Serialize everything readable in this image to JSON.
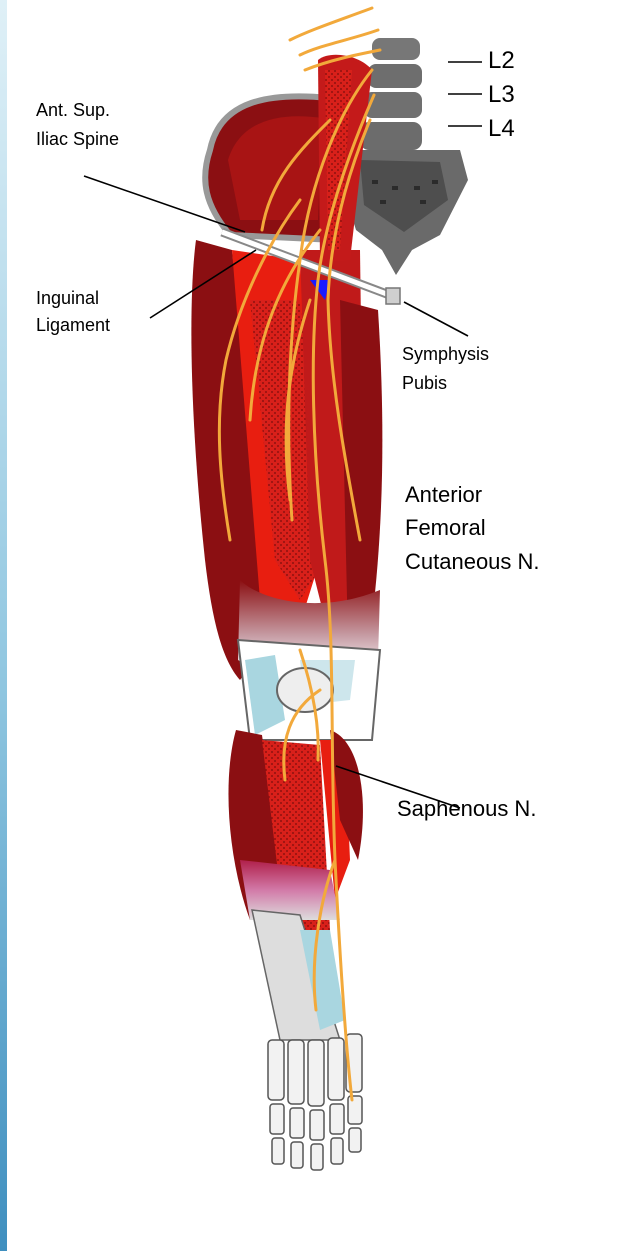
{
  "labels": {
    "l2": "L2",
    "l3": "L3",
    "l4": "L4",
    "asis_line1": "Ant. Sup.",
    "asis_line2": "Iliac Spine",
    "inguinal_line1": "Inguinal",
    "inguinal_line2": "Ligament",
    "symphysis_line1": "Symphysis",
    "symphysis_line2": "Pubis",
    "femoral_line1": "Anterior",
    "femoral_line2": "Femoral",
    "femoral_line3": "Cutaneous N.",
    "saphenous": "Saphenous N."
  },
  "colors": {
    "muscle_dark": "#8b0f12",
    "muscle_bright": "#e81e10",
    "muscle_mid": "#c01a1a",
    "nerve": "#f2a93b",
    "bone": "#6a6a6a",
    "vessel": "#1a1aff",
    "tendon": "#a9d6e0",
    "edge_bar": "#5aa6cf"
  }
}
